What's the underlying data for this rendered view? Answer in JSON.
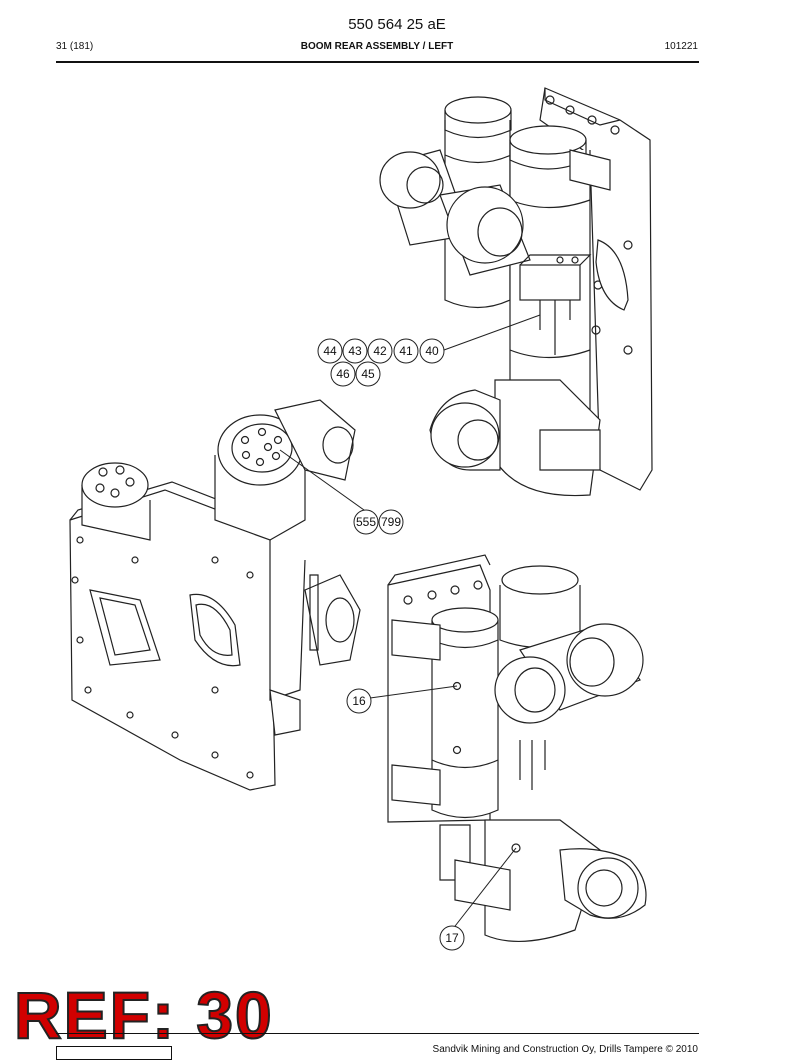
{
  "header": {
    "document_number": "550 564 25 aE",
    "page_info": "31 (181)",
    "title": "BOOM REAR ASSEMBLY / LEFT",
    "code": "101221"
  },
  "callouts": [
    "44",
    "43",
    "42",
    "41",
    "40",
    "46",
    "45",
    "555",
    "799",
    "16",
    "17"
  ],
  "stamp": {
    "text": "REF: 30",
    "color": "#d10000"
  },
  "footer": {
    "copyright": "Sandvik Mining and Construction Oy, Drills Tampere © 2010"
  }
}
